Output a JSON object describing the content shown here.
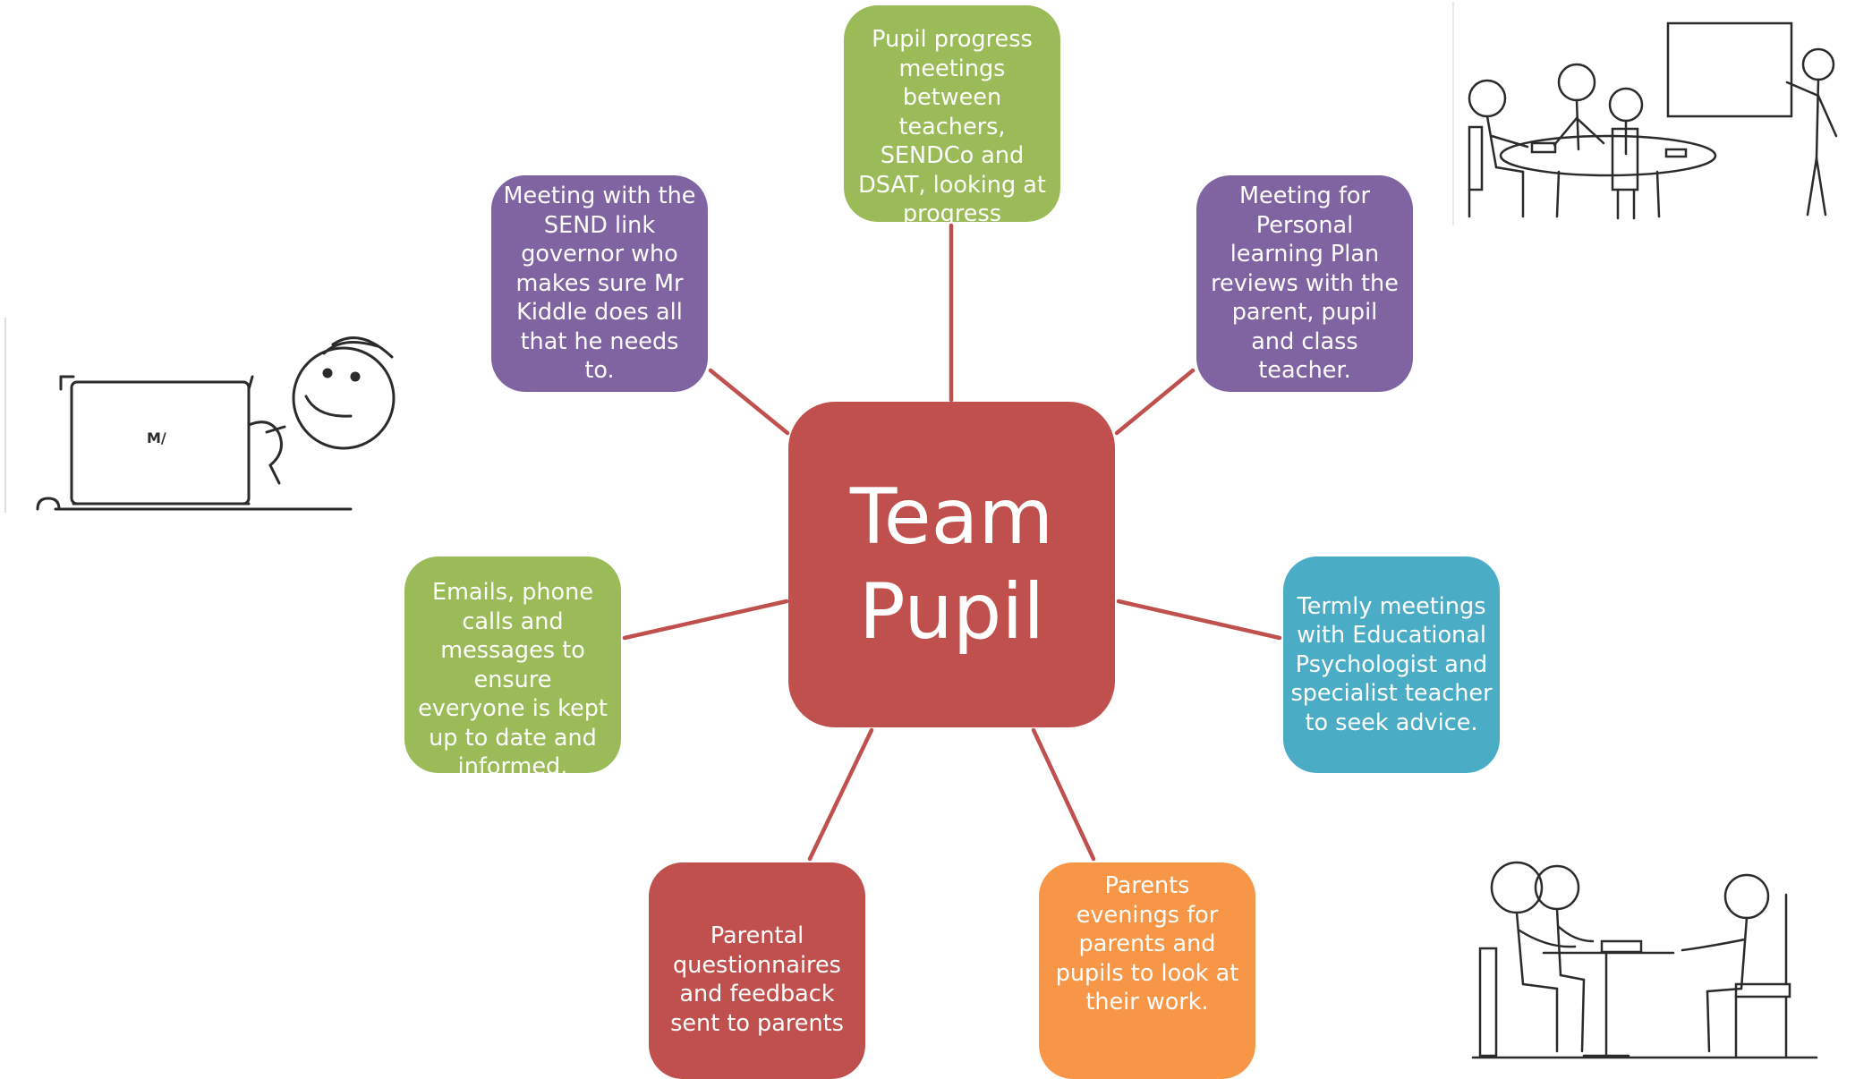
{
  "center": {
    "label_line1": "Team",
    "label_line2": "Pupil"
  },
  "nodes": {
    "top": "Pupil progress meetings between teachers, SENDCo and DSAT, looking at progress",
    "top_left": "Meeting with the SEND link governor who makes sure Mr Kiddle does all that he needs to.",
    "top_right": "Meeting for Personal learning Plan reviews with the parent, pupil and class teacher.",
    "left": "Emails, phone calls and messages to ensure everyone is kept up to date and informed.",
    "right": "Termly meetings with Educational Psychologist and specialist teacher to seek advice.",
    "bottom_left": "Parental questionnaires and feedback sent to parents",
    "bottom_right": "Parents evenings for parents and pupils to look at their work."
  },
  "colors": {
    "green": "#9bbb59",
    "purple": "#8064a2",
    "red": "#c0504d",
    "orange": "#f79646",
    "blue": "#4bacc6",
    "connector": "#c0504d"
  },
  "illustrations": {
    "laptop_logo": "M/",
    "top_right": "meeting-whiteboard-sketch",
    "left": "person-behind-laptop-sketch",
    "bottom_right": "parents-teacher-table-sketch"
  }
}
